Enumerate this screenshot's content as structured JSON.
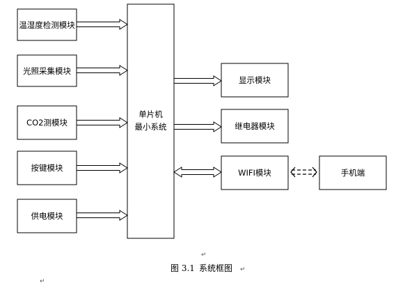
{
  "modules": {
    "temp_humidity": "温湿度检测模块",
    "light": "光照采集模块",
    "co2": "CO2测模块",
    "keys": "按键模块",
    "power": "供电模块",
    "mcu_line1": "单片机",
    "mcu_line2": "最小系统",
    "display": "显示模块",
    "relay": "继电器模块",
    "wifi": "WIFI模块",
    "phone": "手机端"
  },
  "caption": {
    "number": "图 3.1",
    "title": "系统框图"
  },
  "paragraph_mark": "↵"
}
